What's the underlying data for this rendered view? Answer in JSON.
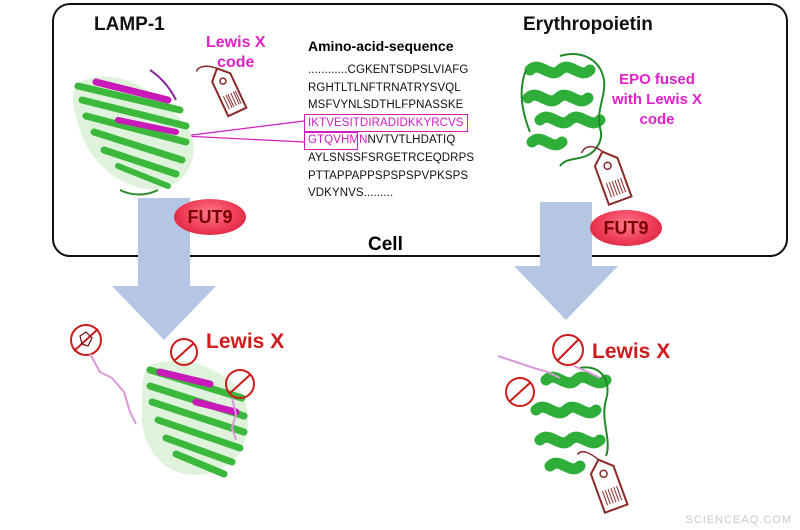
{
  "labels": {
    "lamp1": "LAMP-1",
    "lewis_x_code": [
      "Lewis X",
      "code"
    ],
    "sequence_heading": "Amino-acid-sequence",
    "erythropoietin": "Erythropoietin",
    "epo_fused": [
      "EPO fused",
      "with Lewis X",
      "code"
    ],
    "fut9_left": "FUT9",
    "fut9_right": "FUT9",
    "cell": "Cell",
    "lewis_x_left": "Lewis X",
    "lewis_x_right": "Lewis X",
    "watermark": "SCIENCEAQ.COM"
  },
  "sequence": {
    "line1": "............CGKENTSDPSLVIAFG",
    "line2": "RGHTLTLNFTRNATRYSVQL",
    "line3": "MSFVYNLSDTHLFPNASSKE",
    "line4_highlight": "IKTVESITDIRADIDKKYRCVS",
    "line5_highlight": "GTQVHMN",
    "line5_rest": "NVTVTLHDATIQ",
    "line6": "AYLSNSSFSRGETRCEQDRPS",
    "line7": "PTTAPPAPPSPSPSPVPKSPS",
    "line8": "VDKYNVS........."
  },
  "colors": {
    "protein_green": "#2fae3a",
    "highlight_magenta": "#d01cc0",
    "arrow_blue": "#b4c6e4",
    "fut9_red": "#ee3a55",
    "lewis_red": "#cc1c1c",
    "tag_outline": "#8a2a2a"
  }
}
